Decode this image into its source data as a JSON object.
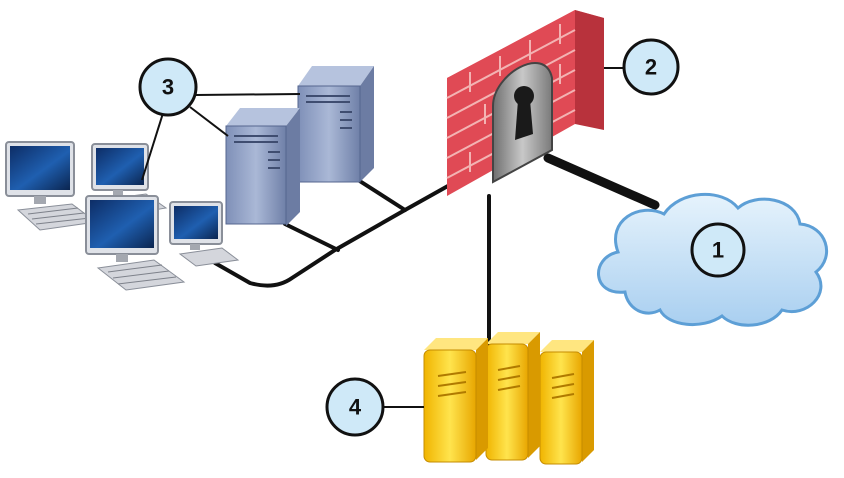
{
  "callouts": [
    {
      "id": "1",
      "label": "1"
    },
    {
      "id": "2",
      "label": "2"
    },
    {
      "id": "3",
      "label": "3"
    },
    {
      "id": "4",
      "label": "4"
    }
  ],
  "components": [
    {
      "name": "internet-cloud",
      "icon": "cloud-icon",
      "callout": "1"
    },
    {
      "name": "firewall",
      "icon": "brick-wall-keyhole-icon",
      "callout": "2"
    },
    {
      "name": "internal-network",
      "icon": "workstations-and-servers-icon",
      "callout": "3"
    },
    {
      "name": "dmz-servers",
      "icon": "server-tower-icon",
      "callout": "4"
    }
  ],
  "colors": {
    "cloud": "#b9dcf5",
    "cloud_edge": "#5d9fd6",
    "brick": "#e04a55",
    "brick_mortar": "#f3b3b3",
    "internal_server": "#8e9fc4",
    "dmz_server": "#f5c518",
    "callout_fill": "#cfe9f8"
  }
}
